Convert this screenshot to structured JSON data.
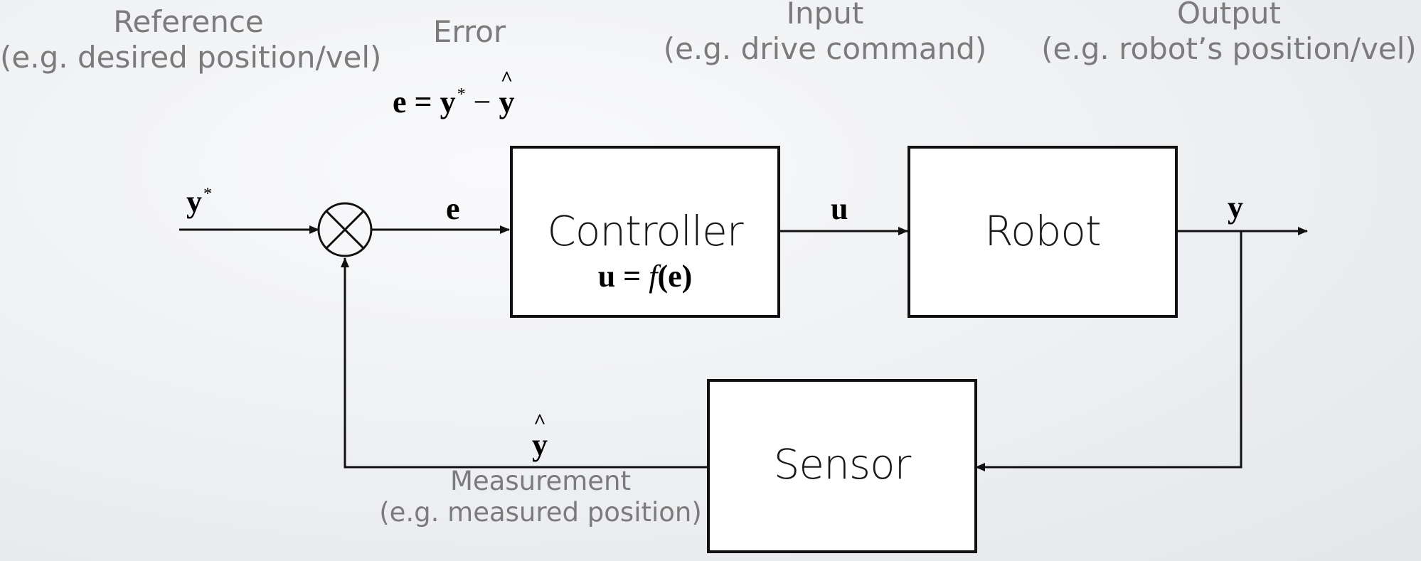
{
  "annotations": {
    "reference_title": "Reference",
    "reference_desc": "(e.g. desired position/vel)",
    "error_title": "Error",
    "input_title": "Input",
    "input_desc": "(e.g. drive command)",
    "output_title": "Output",
    "output_desc": "(e.g. robot’s position/vel)",
    "measurement_title": "Measurement",
    "measurement_desc": "(e.g. measured position)"
  },
  "math": {
    "error_eq_lhs": "e = y",
    "error_eq_star": "*",
    "error_eq_minus": " − ",
    "error_eq_yhat": "y",
    "ystar": "y",
    "ystar_sup": "*",
    "e_signal": "e",
    "u_signal": "u",
    "y_signal": "y",
    "yhat_signal": "y",
    "controller_eq_lhs": "u = ",
    "controller_eq_f": "f",
    "controller_eq_arg": "(e)"
  },
  "blocks": {
    "controller": "Controller",
    "robot": "Robot",
    "sensor": "Sensor"
  },
  "colors": {
    "annotation_text": "#7b7b7b",
    "line": "#111111",
    "block_fill": "#ffffff"
  }
}
